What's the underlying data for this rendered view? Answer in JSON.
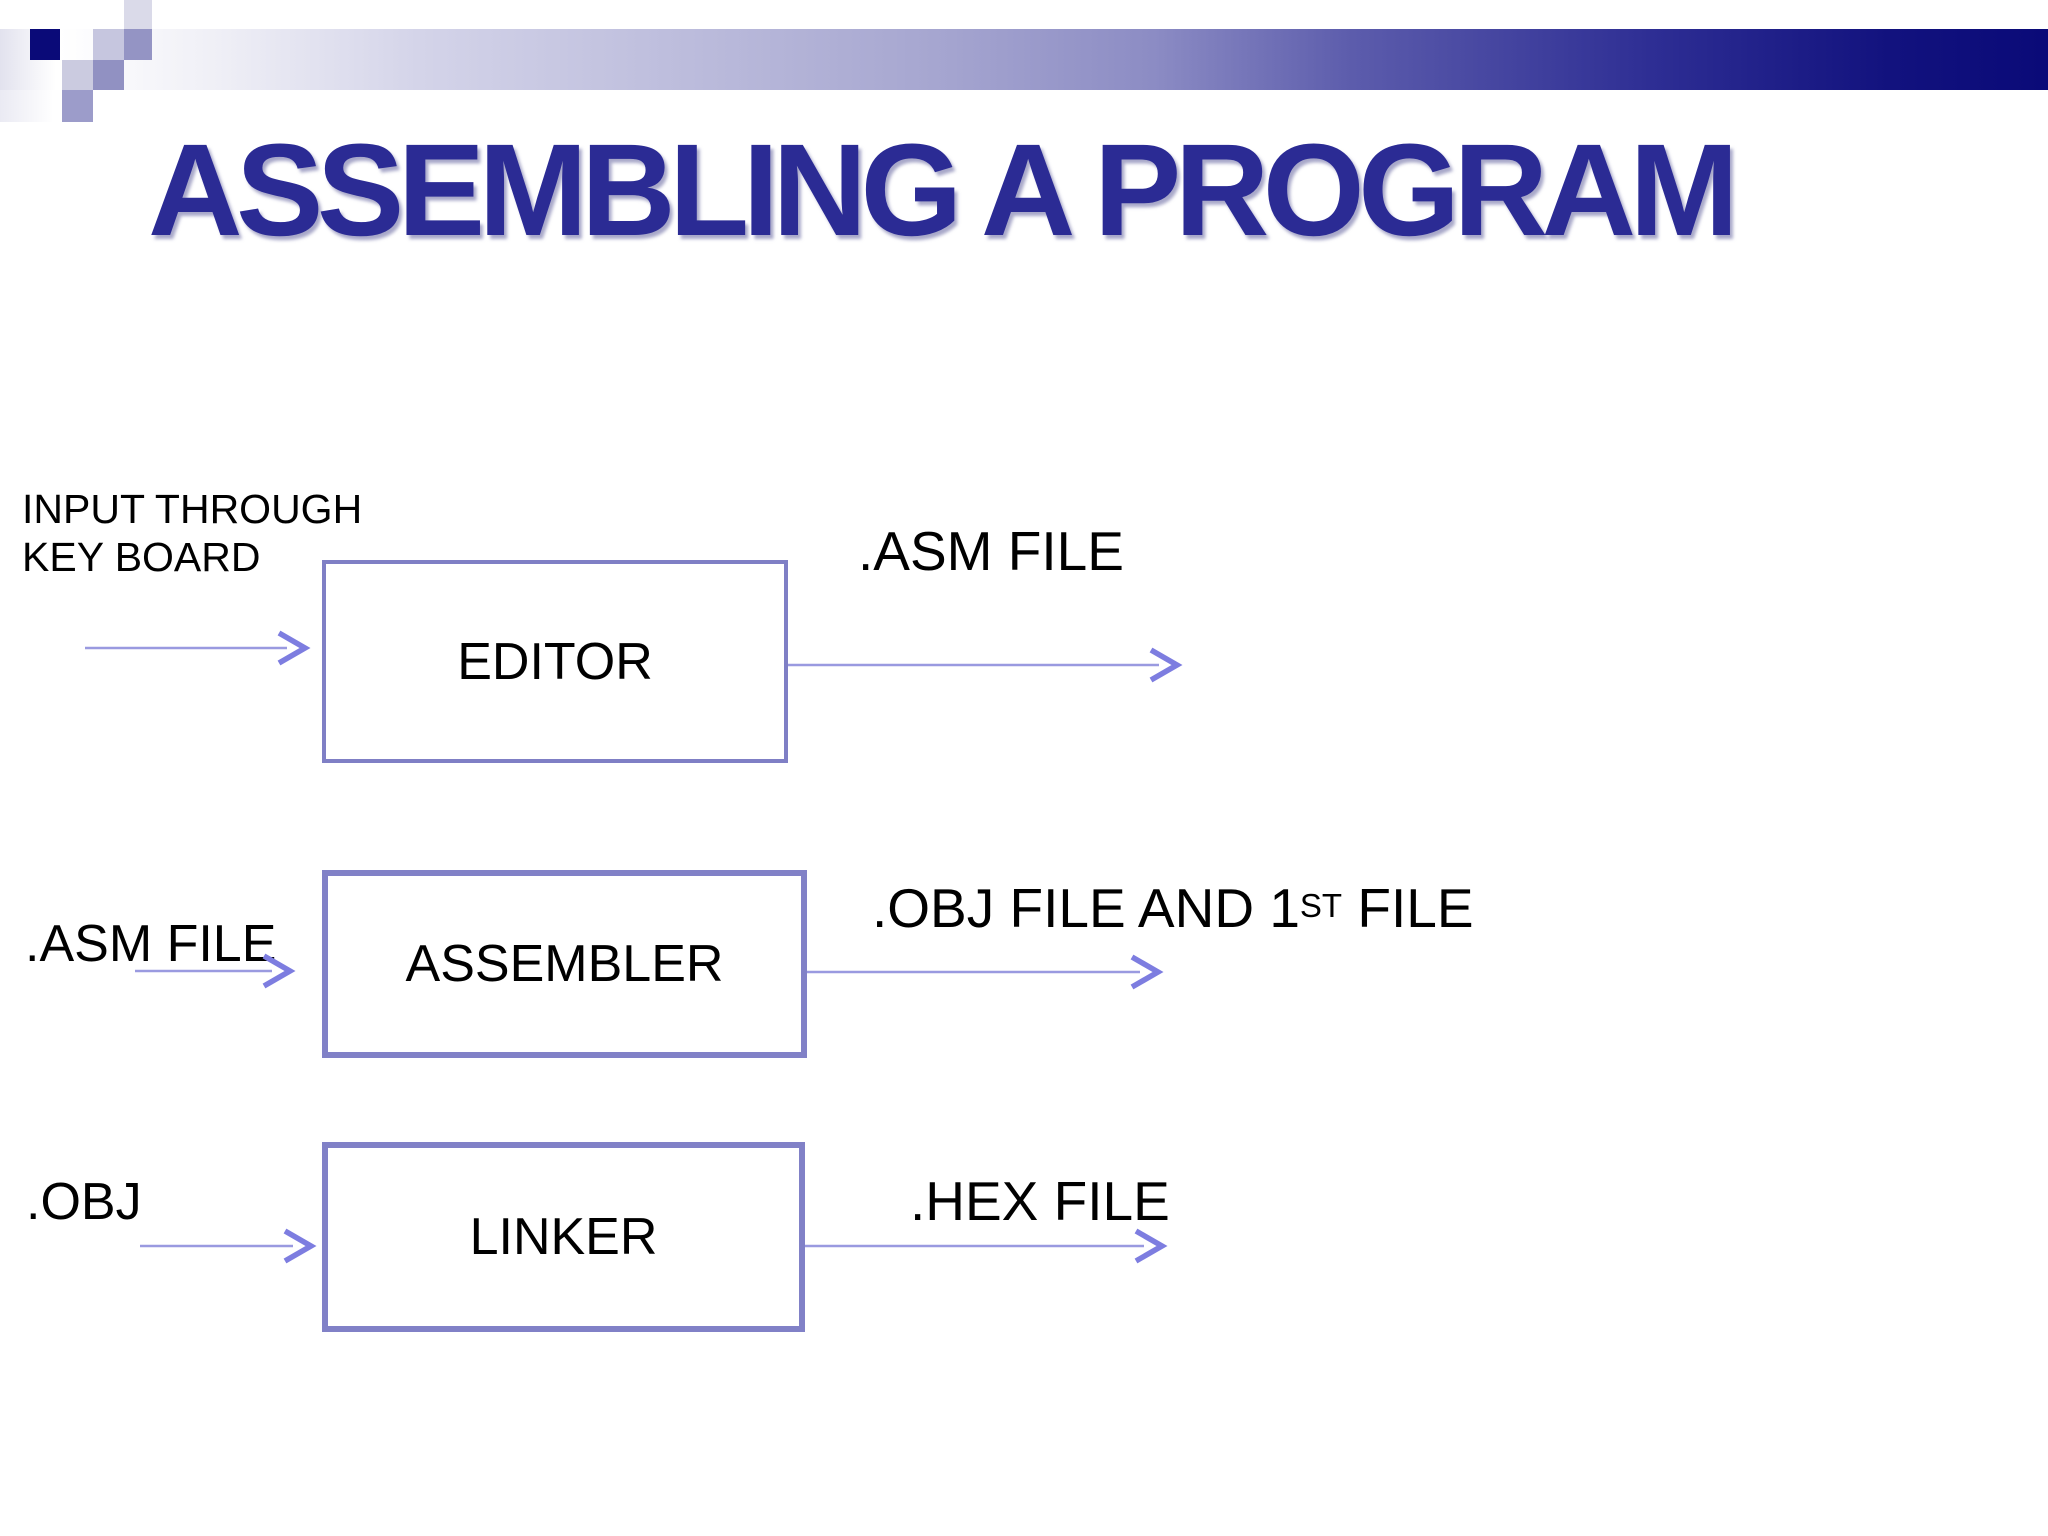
{
  "title": "ASSEMBLING A PROGRAM",
  "diagram": {
    "editor": {
      "input_line1": "INPUT THROUGH",
      "input_line2": "KEY BOARD",
      "box_label": "EDITOR",
      "output_label": ".ASM FILE"
    },
    "assembler": {
      "input_label": ".ASM FILE",
      "box_label": "ASSEMBLER",
      "output_label_prefix": ".OBJ FILE AND 1",
      "output_label_sup": "ST",
      "output_label_suffix": " FILE"
    },
    "linker": {
      "input_label": ".OBJ",
      "box_label": "LINKER",
      "output_label": ".HEX FILE"
    }
  },
  "colors": {
    "title_text": "#2b2b94",
    "box_border": "#8181c7",
    "arrow_line": "#9a9ae0",
    "arrow_head": "#7d7de0",
    "banner_dark_end": "#0a0a78",
    "banner_mid": "#a6a6d0",
    "label_text": "#000000"
  }
}
